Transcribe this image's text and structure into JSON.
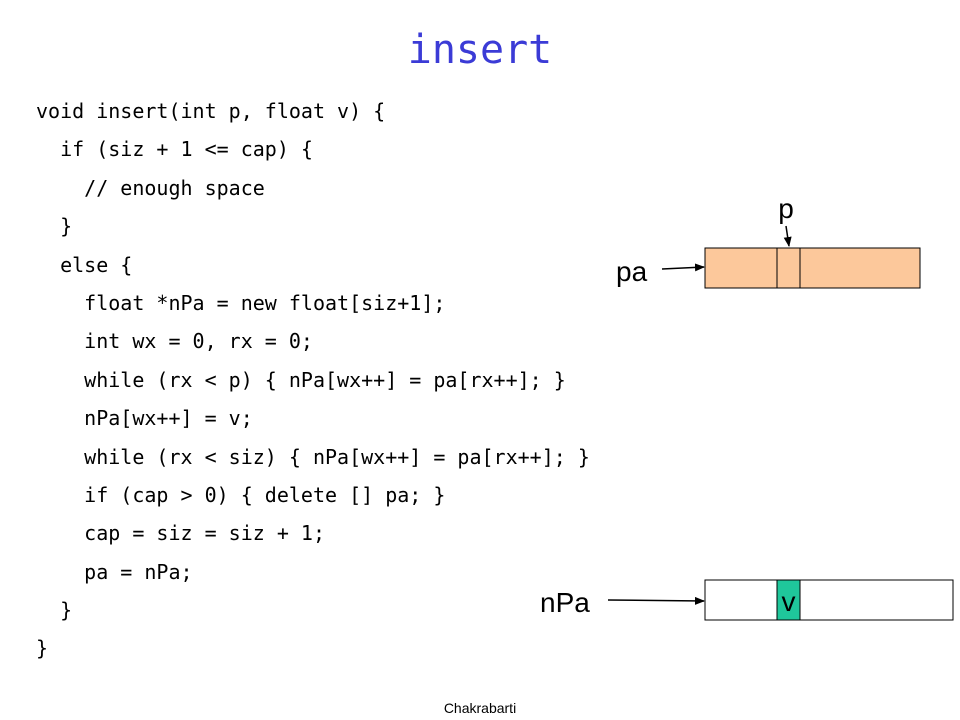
{
  "title": "insert",
  "code_lines": [
    "void insert(int p, float v) {",
    "  if (siz + 1 <= cap) {",
    "    // enough space",
    "  }",
    "  else {",
    "    float *nPa = new float[siz+1];",
    "    int wx = 0, rx = 0;",
    "    while (rx < p) { nPa[wx++] = pa[rx++]; }",
    "    nPa[wx++] = v;",
    "    while (rx < siz) { nPa[wx++] = pa[rx++]; }",
    "    if (cap > 0) { delete [] pa; }",
    "    cap = siz = siz + 1;",
    "    pa = nPa;",
    "  }",
    "}"
  ],
  "diagram": {
    "old_array_label": "pa",
    "position_label": "p",
    "new_array_label": "nPa",
    "value_label": "v",
    "colors": {
      "old_array_fill": "#fcc89b",
      "new_value_fill": "#1fc79b",
      "arrow": "#000000",
      "title": "#3b3bd6"
    }
  },
  "footer": "Chakrabarti"
}
